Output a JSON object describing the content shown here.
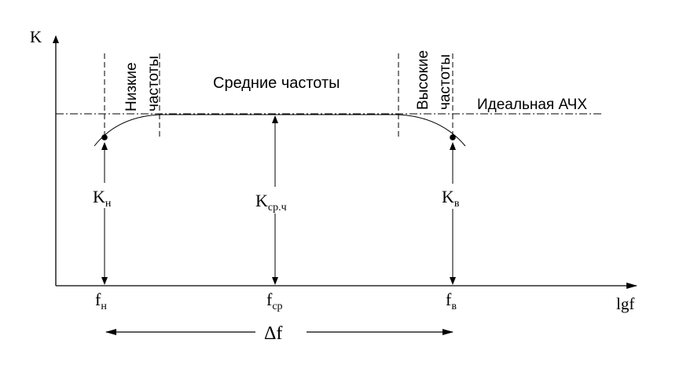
{
  "axes": {
    "y_label": "K",
    "x_label": "lgf"
  },
  "regions": {
    "low_line1": "Низкие",
    "low_line2": "частоты",
    "mid": "Средние частоты",
    "high_line1": "Высокие",
    "high_line2": "частоты"
  },
  "ideal_label": "Идеальная АЧХ",
  "gains": {
    "low": {
      "main": "K",
      "sub": "н"
    },
    "mid": {
      "main": "K",
      "sub": "ср.ч"
    },
    "high": {
      "main": "K",
      "sub": "в"
    }
  },
  "frequencies": {
    "low": {
      "main": "f",
      "sub": "н"
    },
    "mid": {
      "main": "f",
      "sub": "ср"
    },
    "high": {
      "main": "f",
      "sub": "в"
    }
  },
  "bandwidth_label": "Δf",
  "colors": {
    "ink": "#000000",
    "background": "#ffffff"
  }
}
